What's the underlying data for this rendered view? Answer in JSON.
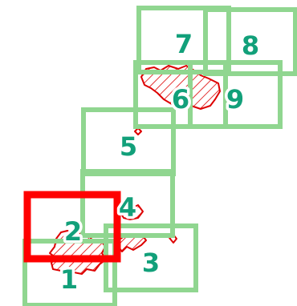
{
  "colors": {
    "background": "#ffffff",
    "box_stroke": "#90d690",
    "selected_stroke": "#ff0000",
    "label": "#12a07a",
    "annotation": "#dd0000"
  },
  "boxes": [
    {
      "label": "1",
      "selected": false
    },
    {
      "label": "2",
      "selected": true
    },
    {
      "label": "3",
      "selected": false
    },
    {
      "label": "4",
      "selected": false
    },
    {
      "label": "5",
      "selected": false
    },
    {
      "label": "6",
      "selected": false
    },
    {
      "label": "7",
      "selected": false
    },
    {
      "label": "8",
      "selected": false
    },
    {
      "label": "9",
      "selected": false
    }
  ],
  "annotations": [
    {
      "name": "hatched-region-near-2"
    },
    {
      "name": "hatched-region-near-3"
    },
    {
      "name": "hatched-region-near-4"
    },
    {
      "name": "hatched-region-near-6"
    },
    {
      "name": "speck-near-5"
    },
    {
      "name": "speck-near-3"
    }
  ]
}
